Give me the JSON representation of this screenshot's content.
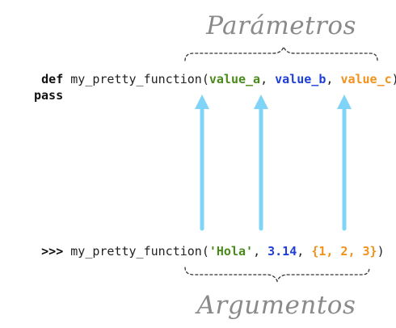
{
  "labels": {
    "parameters": "Parámetros",
    "arguments": "Argumentos"
  },
  "definition": {
    "keyword": "def",
    "function_name": " my_pretty_function(",
    "params": [
      {
        "text": "value_a",
        "color": "#4a8a1c"
      },
      {
        "text": "value_b",
        "color": "#1f3fd6"
      },
      {
        "text": "value_c",
        "color": "#f0921c"
      }
    ],
    "separator": ", ",
    "close": "):",
    "body": "pass"
  },
  "call": {
    "prompt": ">>>",
    "function_name": " my_pretty_function(",
    "args": [
      {
        "text": "'Hola'",
        "color": "#4a8a1c"
      },
      {
        "text": "3.14",
        "color": "#1f3fd6"
      },
      {
        "text": "{1, 2, 3}",
        "color": "#f0921c"
      }
    ],
    "separator": ", ",
    "close": ")"
  },
  "colors": {
    "arrow": "#7fd4f7",
    "brace": "#333333",
    "label": "#8a8a8a"
  }
}
